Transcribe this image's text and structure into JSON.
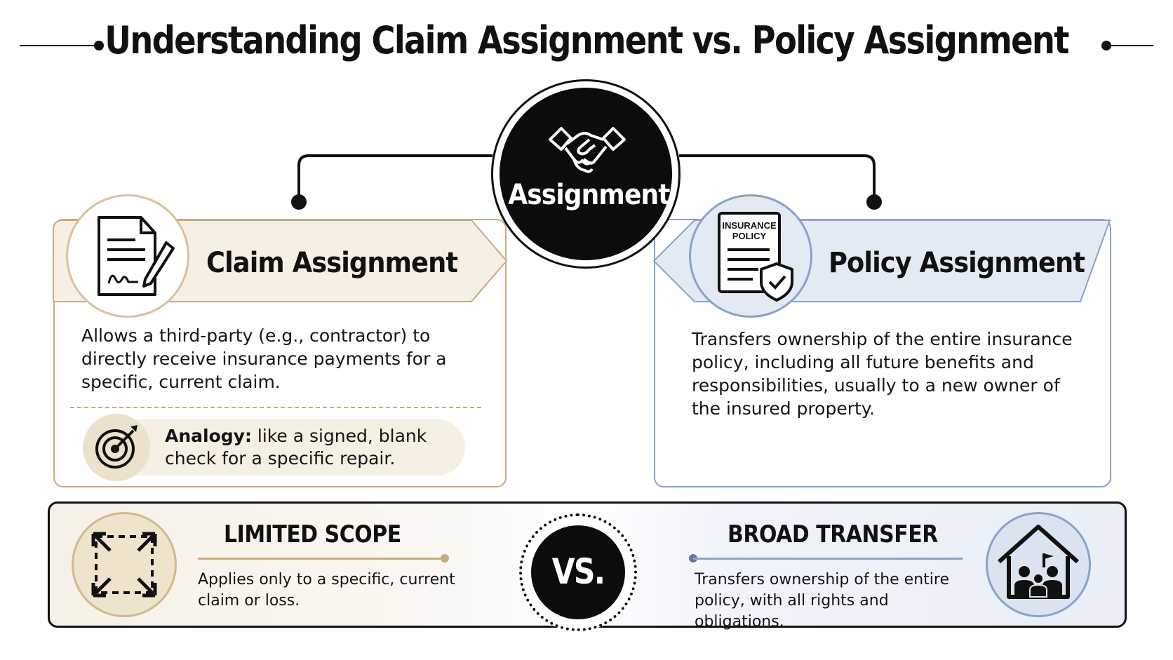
{
  "header": {
    "title": "Understanding Claim Assignment vs. Policy Assignment"
  },
  "center": {
    "label": "Assignment",
    "icon": "handshake-icon"
  },
  "claim": {
    "title": "Claim Assignment",
    "icon": "signed-document-icon",
    "description": "Allows a third-party (e.g., contractor) to directly receive insurance payments for a specific, current claim.",
    "analogy_label": "Analogy:",
    "analogy_text": " like a signed, blank check for a specific repair.",
    "analogy_icon": "target-icon"
  },
  "policy": {
    "title": "Policy Assignment",
    "icon": "insurance-policy-icon",
    "icon_text_line1": "INSURANCE",
    "icon_text_line2": "POLICY",
    "description": "Transfers ownership of the entire insurance policy, including all future benefits and responsibilities, usually to a new owner of the insured property."
  },
  "comparison": {
    "vs_label": "VS.",
    "left": {
      "title": "LIMITED SCOPE",
      "text": "Applies only to a specific, current claim or loss.",
      "icon": "expand-arrows-icon"
    },
    "right": {
      "title": "BROAD TRANSFER",
      "text": "Transfers ownership of the entire policy, with all rights and obligations.",
      "icon": "house-family-icon"
    }
  },
  "colors": {
    "claim_accent": "#c9ac7c",
    "claim_fill": "#f5efe4",
    "policy_accent": "#8aa2c8",
    "policy_fill": "#e4eaf4",
    "dark": "#0c0c0c"
  }
}
